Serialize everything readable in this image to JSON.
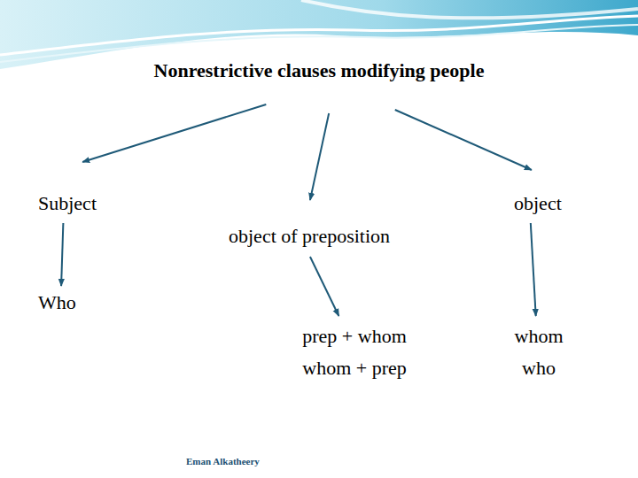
{
  "diagram": {
    "nodes": [
      {
        "text": [
          "Nonrestrictive clauses modifying people"
        ]
      },
      {
        "text": [
          "Subject"
        ]
      },
      {
        "text": [
          "object"
        ]
      },
      {
        "text": [
          "object of preposition"
        ]
      },
      {
        "text": [
          "Who"
        ]
      },
      {
        "text": [
          "prep + whom",
          "whom + prep"
        ]
      },
      {
        "text": [
          "whom",
          "who"
        ]
      }
    ],
    "edges": [
      {
        "from": 0,
        "to": 1,
        "arrow": "to"
      },
      {
        "from": 0,
        "to": 3,
        "arrow": "to"
      },
      {
        "from": 0,
        "to": 2,
        "arrow": "to"
      },
      {
        "from": 1,
        "to": 4,
        "arrow": "to"
      },
      {
        "from": 3,
        "to": 5,
        "arrow": "to"
      },
      {
        "from": 2,
        "to": 6,
        "arrow": "to"
      }
    ],
    "labels": [
      "Eman Alkatheery"
    ]
  }
}
